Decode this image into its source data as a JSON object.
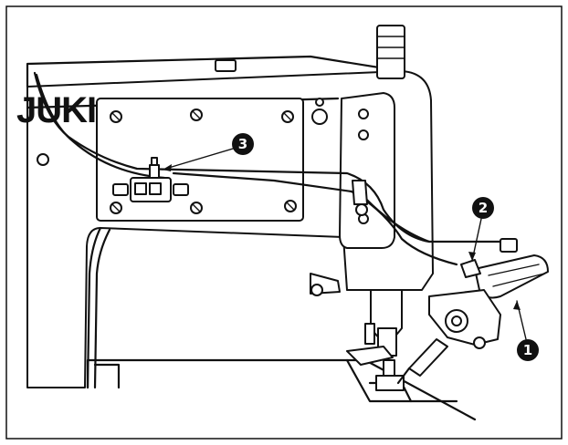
{
  "figure": {
    "brand_text": "JUKI",
    "callouts": [
      {
        "id": "1",
        "label": "1"
      },
      {
        "id": "2",
        "label": "2"
      },
      {
        "id": "3",
        "label": "3"
      }
    ]
  },
  "colors": {
    "ink": "#111111",
    "paper": "#ffffff"
  }
}
